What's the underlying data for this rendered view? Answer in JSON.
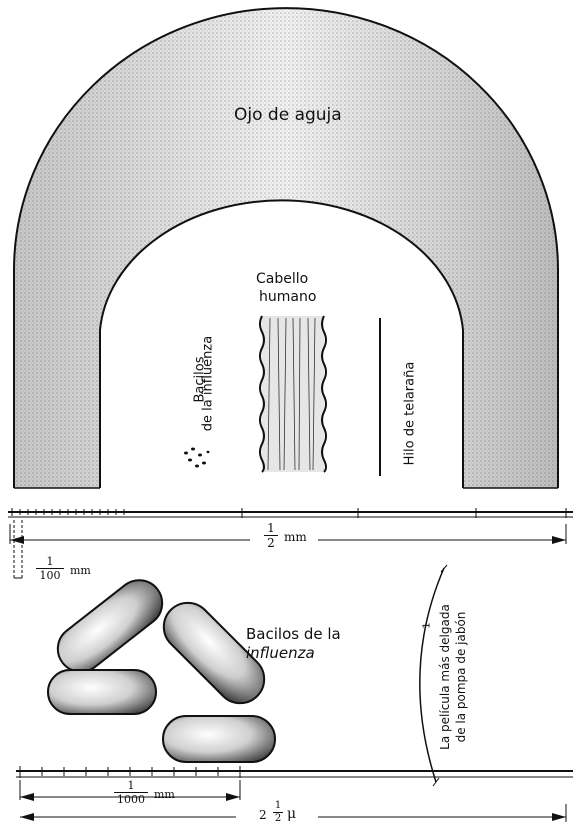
{
  "labels": {
    "eye_of_needle": "Ojo de aguja",
    "hair_line1": "Cabello",
    "hair_line2": "humano",
    "bacilli_small_line1": "Bacilos",
    "bacilli_small_line2": "de la influenza",
    "spider_thread": "Hilo de telaraña",
    "bacilli_large_line1": "Bacilos de la",
    "bacilli_large_line2": "influenza",
    "soap_film_line1": "La película más delgada",
    "soap_film_line2": "de la pompa de jabón",
    "soap_film_marker": "1"
  },
  "scales": {
    "half_mm": {
      "num": "1",
      "den": "2",
      "unit": "mm"
    },
    "hundredth_mm": {
      "num": "1",
      "den": "100",
      "unit": "mm"
    },
    "thousandth_mm": {
      "num": "1",
      "den": "1000",
      "unit": "mm"
    },
    "two_half_micron": {
      "whole": "2",
      "num": "1",
      "den": "2",
      "unit": "μ"
    }
  },
  "colors": {
    "ink": "#111111",
    "paper": "#ffffff"
  }
}
